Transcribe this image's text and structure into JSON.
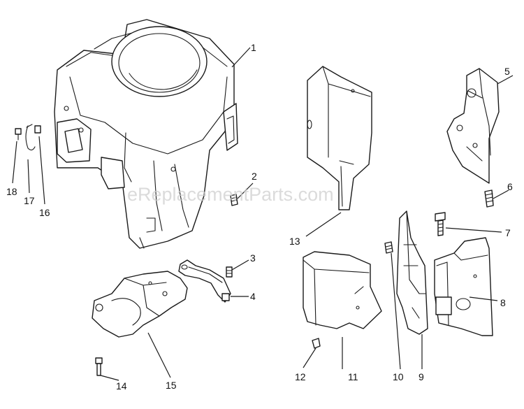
{
  "watermark": "eReplacementParts.com",
  "callouts": [
    "1",
    "2",
    "3",
    "4",
    "5",
    "6",
    "7",
    "8",
    "9",
    "10",
    "11",
    "12",
    "13",
    "14",
    "15",
    "16",
    "17",
    "18"
  ]
}
